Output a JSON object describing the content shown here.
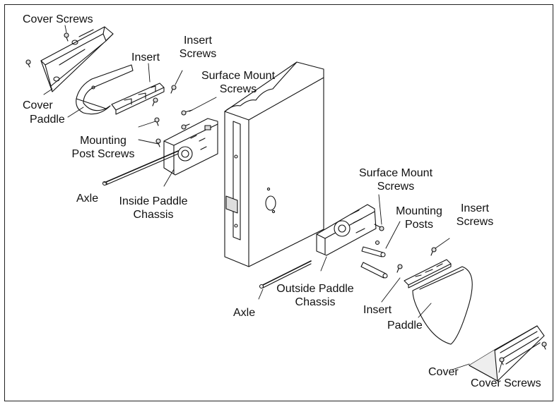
{
  "labels": {
    "cover_screws_top": "Cover Screws",
    "cover_left": "Cover",
    "paddle_left": "Paddle",
    "insert_left": "Insert",
    "insert_screws_left_1": "Insert",
    "insert_screws_left_2": "Screws",
    "surface_mount_left_1": "Surface Mount",
    "surface_mount_left_2": "Screws",
    "mounting_post_screws_1": "Mounting",
    "mounting_post_screws_2": "Post Screws",
    "axle_left": "Axle",
    "inside_chassis_1": "Inside Paddle",
    "inside_chassis_2": "Chassis",
    "surface_mount_right_1": "Surface Mount",
    "surface_mount_right_2": "Screws",
    "mounting_posts_1": "Mounting",
    "mounting_posts_2": "Posts",
    "insert_screws_right_1": "Insert",
    "insert_screws_right_2": "Screws",
    "outside_chassis_1": "Outside Paddle",
    "outside_chassis_2": "Chassis",
    "axle_right": "Axle",
    "insert_right": "Insert",
    "paddle_right": "Paddle",
    "cover_right": "Cover",
    "cover_screws_bottom": "Cover Screws"
  },
  "colors": {
    "line": "#111111",
    "fill": "#ffffff",
    "shade": "#d8d8d8"
  }
}
